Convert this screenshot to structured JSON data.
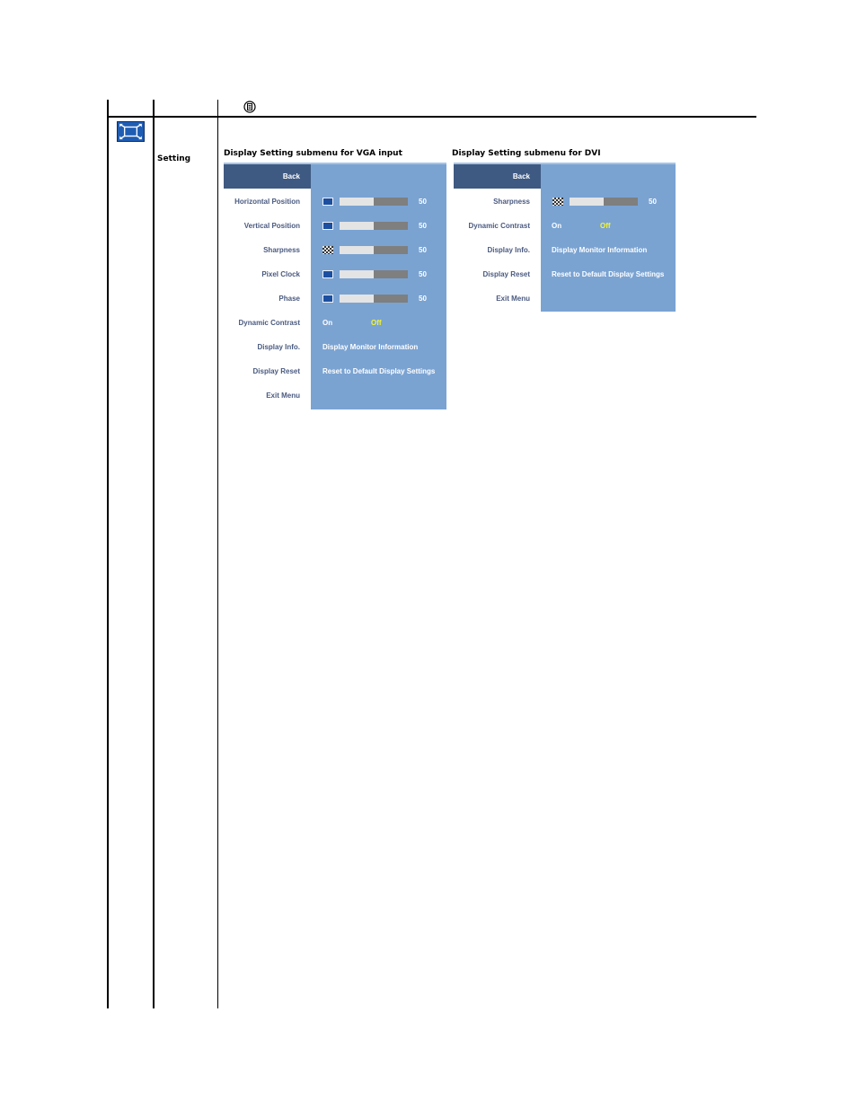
{
  "table": {
    "setting_label": "Setting",
    "top_icon": "menu-button-icon",
    "setting_icon": "display-setting-icon"
  },
  "vga": {
    "caption": "Display Setting  submenu for VGA input",
    "back_label": "Back",
    "sliders": [
      {
        "label": "Horizontal Position",
        "icon": "horizontal-position-icon",
        "value": "50",
        "level": 0.5
      },
      {
        "label": "Vertical Position",
        "icon": "vertical-position-icon",
        "value": "50",
        "level": 0.5
      },
      {
        "label": "Sharpness",
        "icon": "sharpness-icon",
        "value": "50",
        "level": 0.5
      },
      {
        "label": "Pixel Clock",
        "icon": "pixel-clock-icon",
        "value": "50",
        "level": 0.5
      },
      {
        "label": "Phase",
        "icon": "phase-icon",
        "value": "50",
        "level": 0.5
      }
    ],
    "dynamic_contrast": {
      "label": "Dynamic Contrast",
      "on": "On",
      "off": "Off"
    },
    "display_info": {
      "label": "Display Info.",
      "value": "Display Monitor Information"
    },
    "display_reset": {
      "label": "Display Reset",
      "value": "Reset to Default Display Settings"
    },
    "exit_label": "Exit Menu"
  },
  "dvi": {
    "caption": "Display Setting  submenu for DVI",
    "back_label": "Back",
    "sharpness": {
      "label": "Sharpness",
      "icon": "sharpness-icon",
      "value": "50",
      "level": 0.5
    },
    "dynamic_contrast": {
      "label": "Dynamic Contrast",
      "on": "On",
      "off": "Off"
    },
    "display_info": {
      "label": "Display Info.",
      "value": "Display Monitor Information"
    },
    "display_reset": {
      "label": "Display Reset",
      "value": "Reset to Default Display Settings"
    },
    "exit_label": "Exit Menu"
  },
  "colors": {
    "osd_background": "#7aa3d2",
    "osd_header": "#3f5a82",
    "off_highlight": "#f5f530"
  }
}
